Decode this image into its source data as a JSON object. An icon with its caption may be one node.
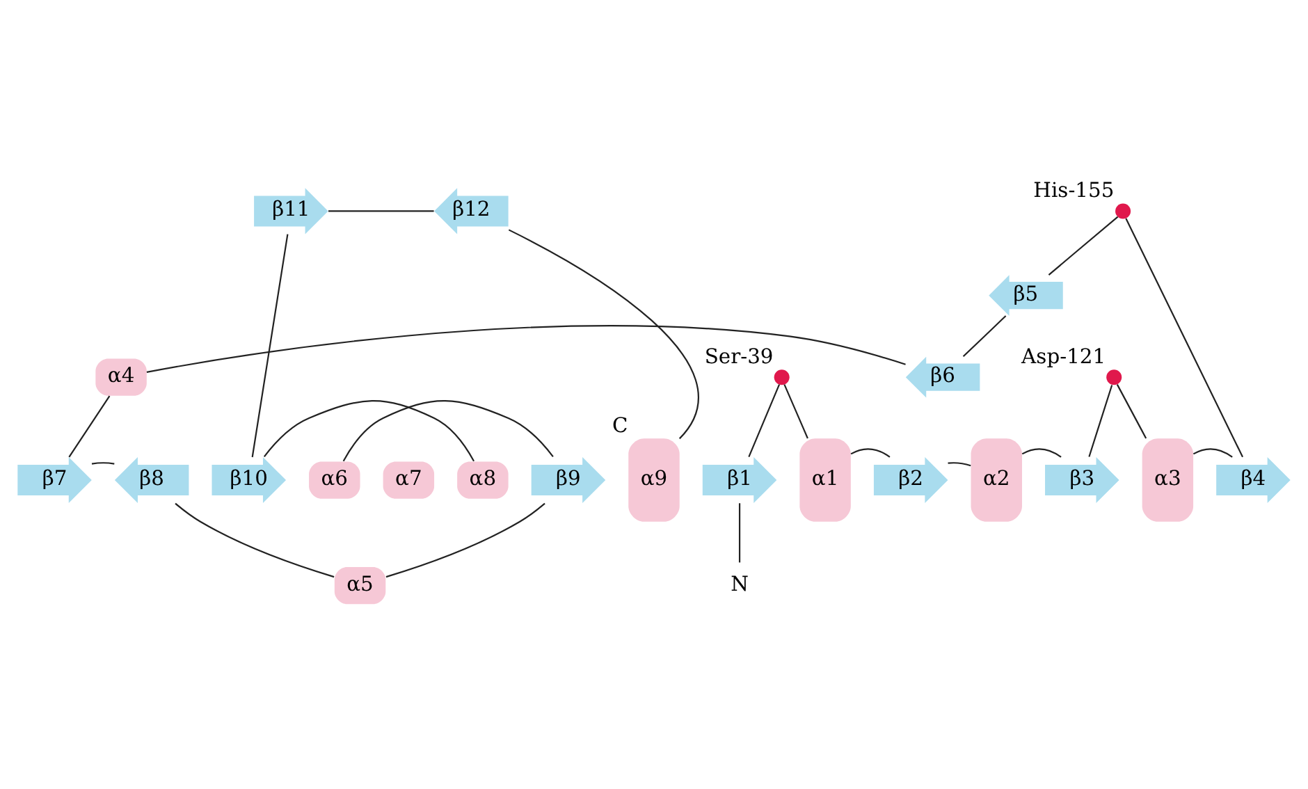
{
  "diagram": {
    "nodes": [
      {
        "text": [
          "α4"
        ]
      },
      {
        "text": [
          "β6"
        ]
      },
      {
        "text": [
          "β5"
        ]
      },
      {
        "text": [
          "β11"
        ]
      },
      {
        "text": [
          "β12"
        ]
      },
      {
        "text": [],
        "shape": "circle",
        "beside": [
          "His-155"
        ]
      },
      {
        "text": [],
        "shape": "circle",
        "beside": [
          "Ser-39"
        ]
      },
      {
        "text": [],
        "shape": "circle",
        "beside": [
          "Asp-121"
        ]
      },
      {
        "text": [
          "β7"
        ]
      },
      {
        "text": [
          "β8"
        ]
      },
      {
        "text": [
          "β10"
        ]
      },
      {
        "text": [
          "α6"
        ]
      },
      {
        "text": [
          "α7"
        ]
      },
      {
        "text": [
          "α8"
        ]
      },
      {
        "text": [
          "β9"
        ]
      },
      {
        "text": [
          "α9"
        ],
        "beside": [
          "C"
        ]
      },
      {
        "text": [
          "β1"
        ]
      },
      {
        "text": [
          "α1"
        ]
      },
      {
        "text": [
          "β2"
        ]
      },
      {
        "text": [
          "α2"
        ]
      },
      {
        "text": [
          "β3"
        ]
      },
      {
        "text": [
          "α3"
        ]
      },
      {
        "text": [
          "β4"
        ]
      },
      {
        "text": [
          "α5"
        ]
      },
      {
        "text": [
          "N"
        ]
      }
    ],
    "edges": [
      {
        "from": 24,
        "to": 16,
        "arrow": "none"
      },
      {
        "from": 16,
        "to": 6,
        "arrow": "none"
      },
      {
        "from": 6,
        "to": 17,
        "arrow": "none"
      },
      {
        "from": 17,
        "to": 18,
        "arrow": "none"
      },
      {
        "from": 18,
        "to": 19,
        "arrow": "none"
      },
      {
        "from": 19,
        "to": 20,
        "arrow": "none"
      },
      {
        "from": 20,
        "to": 7,
        "arrow": "none"
      },
      {
        "from": 7,
        "to": 21,
        "arrow": "none"
      },
      {
        "from": 21,
        "to": 22,
        "arrow": "none"
      },
      {
        "from": 22,
        "to": 5,
        "arrow": "none"
      },
      {
        "from": 5,
        "to": 2,
        "arrow": "none"
      },
      {
        "from": 2,
        "to": 1,
        "arrow": "none"
      },
      {
        "from": 1,
        "to": 0,
        "arrow": "none"
      },
      {
        "from": 0,
        "to": 8,
        "arrow": "none"
      },
      {
        "from": 8,
        "to": 9,
        "arrow": "none"
      },
      {
        "from": 9,
        "to": 23,
        "arrow": "none"
      },
      {
        "from": 23,
        "to": 14,
        "arrow": "none"
      },
      {
        "from": 14,
        "to": 11,
        "arrow": "none"
      },
      {
        "from": 13,
        "to": 10,
        "arrow": "none"
      },
      {
        "from": 10,
        "to": 3,
        "arrow": "none"
      },
      {
        "from": 3,
        "to": 4,
        "arrow": "none"
      },
      {
        "from": 4,
        "to": 15,
        "arrow": "none"
      }
    ]
  }
}
